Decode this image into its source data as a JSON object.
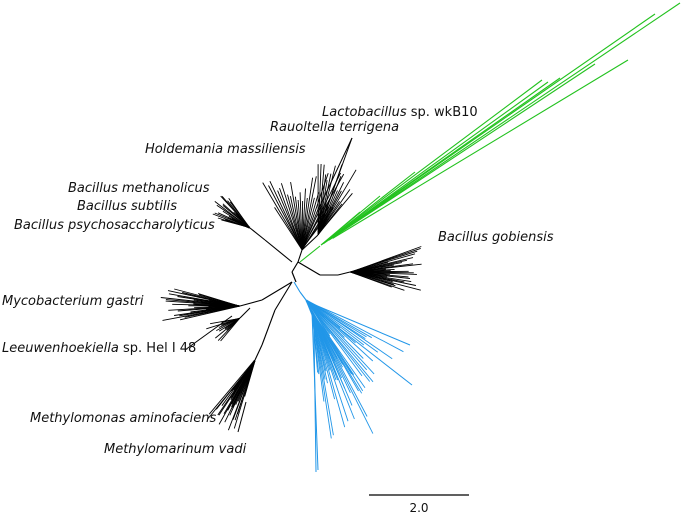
{
  "tree": {
    "labels": [
      {
        "id": "lactobacillus",
        "italic": "Lactobacillus",
        "plain": " sp. wkB10"
      },
      {
        "id": "rauoltella",
        "italic": "Rauoltella terrigena",
        "plain": ""
      },
      {
        "id": "holdemania",
        "italic": "Holdemania massiliensis",
        "plain": ""
      },
      {
        "id": "bacillus-methanolicus",
        "italic": "Bacillus methanolicus",
        "plain": ""
      },
      {
        "id": "bacillus-subtilis",
        "italic": "Bacillus subtilis",
        "plain": ""
      },
      {
        "id": "bacillus-psychosaccharolyticus",
        "italic": "Bacillus psychosaccharolyticus",
        "plain": ""
      },
      {
        "id": "bacillus-gobiensis",
        "italic": "Bacillus gobiensis",
        "plain": ""
      },
      {
        "id": "mycobacterium",
        "italic": "Mycobacterium gastri",
        "plain": ""
      },
      {
        "id": "leeuwenhoekiella",
        "italic": "Leeuwenhoekiella",
        "plain": " sp. Hel I 48"
      },
      {
        "id": "methylomonas",
        "italic": "Methylomonas aminofaciens",
        "plain": ""
      },
      {
        "id": "methylomarinum",
        "italic": "Methylomarinum vadi",
        "plain": ""
      }
    ],
    "clade_colors": {
      "black": "#000000",
      "green": "#22c21e",
      "blue": "#2196e8"
    },
    "scale_bar": {
      "label": "2.0"
    }
  }
}
